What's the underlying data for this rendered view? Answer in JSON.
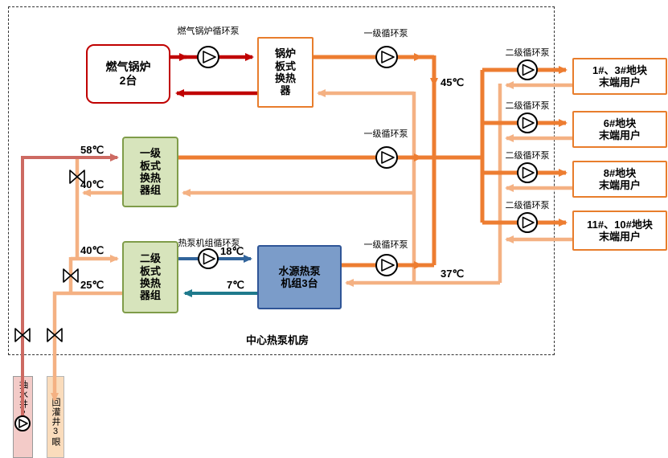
{
  "title": "中心热泵机房",
  "colors": {
    "boiler_loop": "#c00000",
    "supply": "#ed7d31",
    "return": "#f4b183",
    "well_supply": "#cd6a62",
    "hp_supply_18": "#31649b",
    "hp_return_7": "#1f7a8c",
    "hx_fill": "#d7e4bc",
    "hx_border": "#7f9c49",
    "heat_pump_fill": "#7b9cc9"
  },
  "temps": {
    "t58": "58℃",
    "t40_upper": "40℃",
    "t40_lower": "40℃",
    "t25": "25℃",
    "t18": "18℃",
    "t7": "7℃",
    "t45": "45℃",
    "t37": "37℃"
  },
  "pump_labels": {
    "boiler_pump": "燃气锅炉循环泵",
    "primary_pump": "一级循环泵",
    "hp_loop_pump": "热泵机组循环泵",
    "secondary_pump": "二级循环泵"
  },
  "boxes": {
    "boiler": {
      "lines": [
        "燃气锅炉",
        "2台"
      ]
    },
    "boiler_hx": {
      "lines": [
        "锅炉",
        "板式",
        "换热",
        "器"
      ]
    },
    "primary_hx": {
      "lines": [
        "一级",
        "板式",
        "换热",
        "器组"
      ]
    },
    "secondary_hx": {
      "lines": [
        "二级",
        "板式",
        "换热",
        "器组"
      ]
    },
    "heat_pump": {
      "lines": [
        "水源热泵",
        "机组3台"
      ]
    },
    "users": [
      {
        "lines": [
          "1#、3#地块",
          "末端用户"
        ]
      },
      {
        "lines": [
          "6#地块",
          "末端用户"
        ]
      },
      {
        "lines": [
          "8#地块",
          "末端用户"
        ]
      },
      {
        "lines": [
          "11#、10#地块",
          "末端用户"
        ]
      }
    ],
    "pumping_well": "抽水井2眼",
    "recharge_well": "回灌井3眼"
  }
}
